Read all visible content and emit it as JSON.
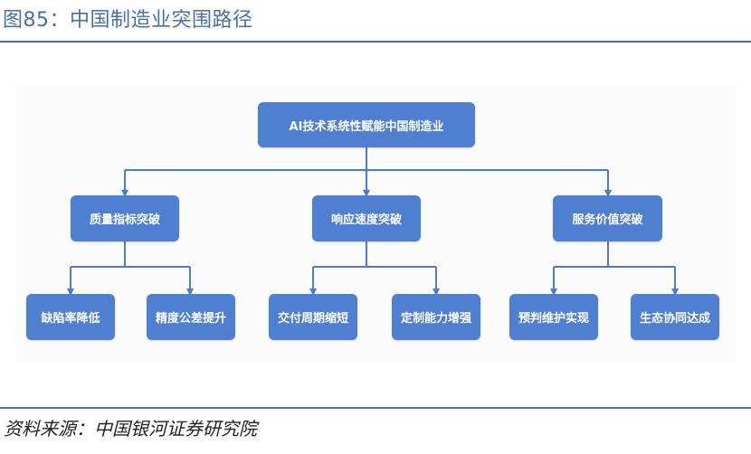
{
  "figure": {
    "title": "图85：中国制造业突围路径",
    "source": "资料来源：中国银河证券研究院"
  },
  "diagram": {
    "root": "AI技术系统性赋能中国制造业",
    "branches": [
      {
        "label": "质量指标突破",
        "children": [
          "缺陷率降低",
          "精度公差提升"
        ]
      },
      {
        "label": "响应速度突破",
        "children": [
          "交付周期缩短",
          "定制能力增强"
        ]
      },
      {
        "label": "服务价值突破",
        "children": [
          "预判维护实现",
          "生态协同达成"
        ]
      }
    ]
  },
  "colors": {
    "node_fill": "#4f7fd0",
    "connector": "#4a7bd1",
    "title_text": "#4a6fa5"
  }
}
